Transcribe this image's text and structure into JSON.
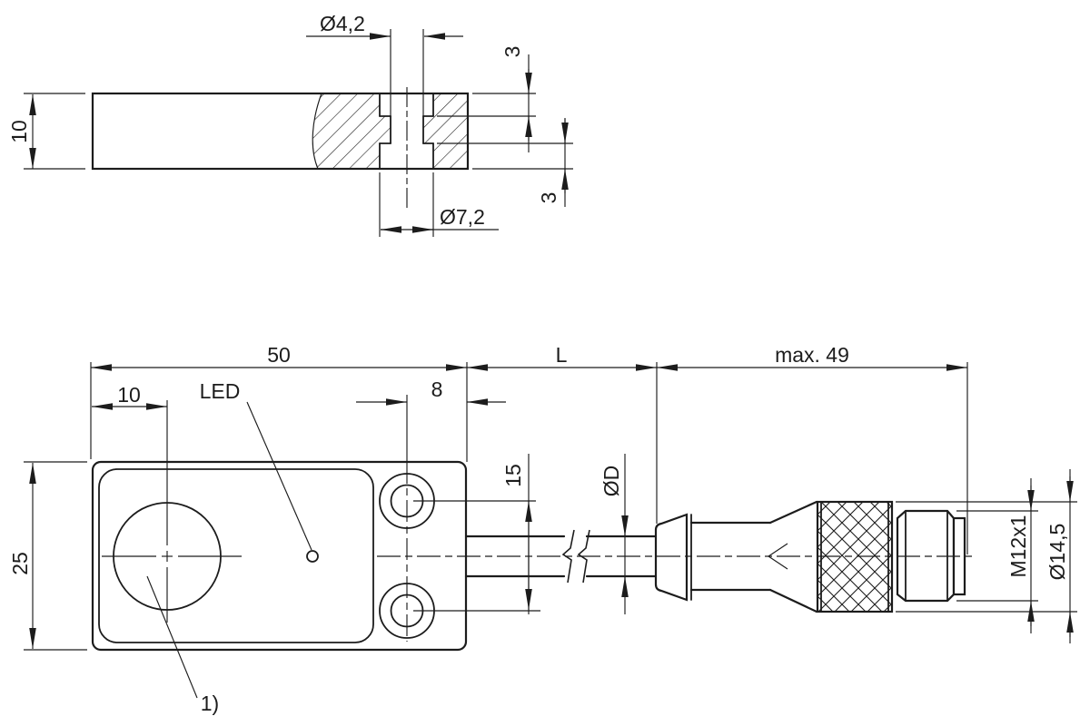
{
  "drawing": {
    "top_view": {
      "thickness": "10",
      "bore_diameter": "Ø4,2",
      "counterbore_diameter": "Ø7,2",
      "counterbore_depth_top": "3",
      "counterbore_depth_bottom": "3"
    },
    "front_view": {
      "housing_length": "50",
      "cable_length": "L",
      "connector_length": "max. 49",
      "active_face_offset": "10",
      "led_label": "LED",
      "hole_edge_distance": "8",
      "hole_spacing": "15",
      "housing_width": "25",
      "cable_diameter": "ØD",
      "thread_spec": "M12x1",
      "connector_diameter": "Ø14,5",
      "footnote_ref": "1)"
    }
  }
}
